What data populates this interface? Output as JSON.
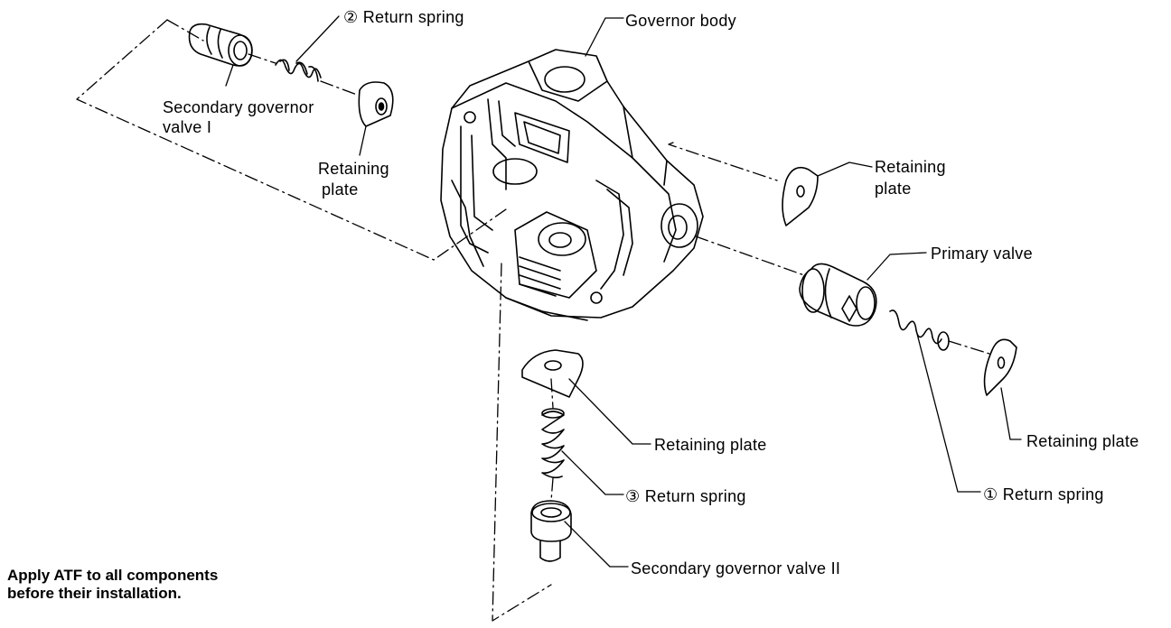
{
  "labels": {
    "return_spring_2": "② Return spring",
    "governor_body": "Governor body",
    "secondary_valve_1_line1": "Secondary governor",
    "secondary_valve_1_line2": "valve I",
    "retaining_plate_left_line1": "Retaining",
    "retaining_plate_left_line2": "plate",
    "retaining_plate_right_line1": "Retaining",
    "retaining_plate_right_line2": "plate",
    "primary_valve": "Primary valve",
    "retaining_plate_bottom_right": "Retaining plate",
    "retaining_plate_center": "Retaining plate",
    "return_spring_3": "③ Return spring",
    "return_spring_1": "① Return spring",
    "secondary_valve_2": "Secondary governor valve II"
  },
  "note": {
    "line1": "Apply ATF to all components",
    "line2": "before their installation."
  }
}
